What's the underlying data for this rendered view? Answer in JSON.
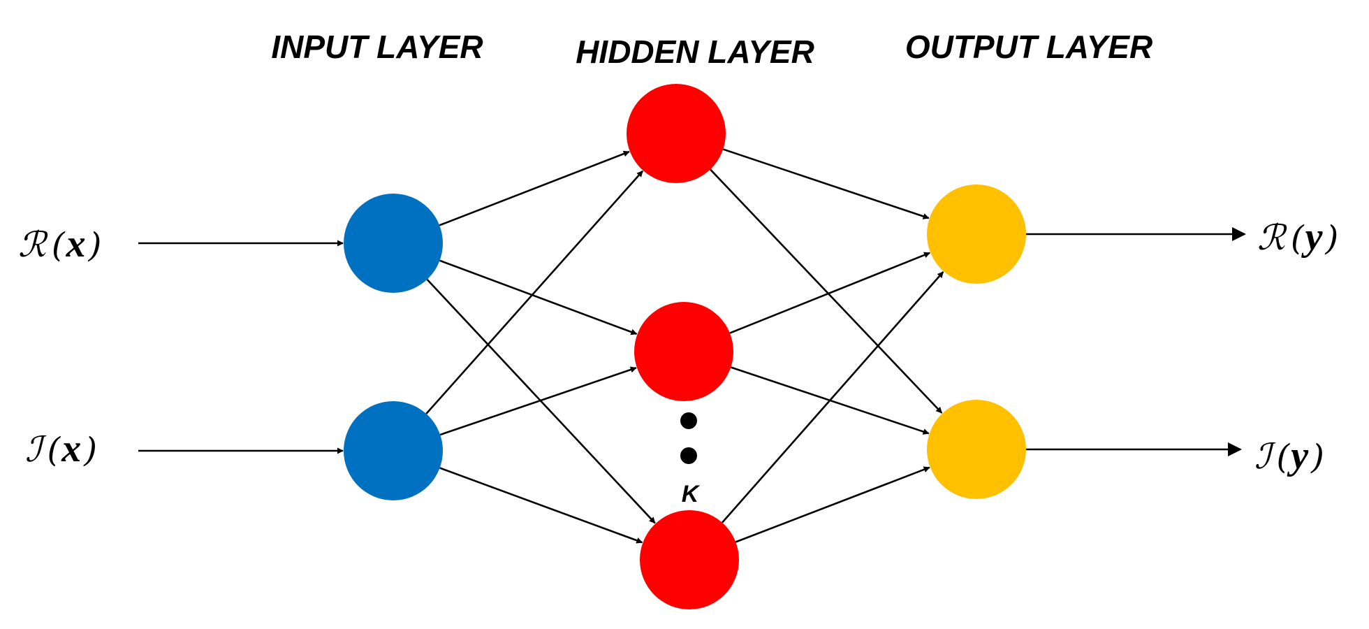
{
  "layers": {
    "input": {
      "title": "INPUT LAYER",
      "color": "#0070C0"
    },
    "hidden": {
      "title": "HIDDEN LAYER",
      "color": "#FF0000",
      "size_label": "K"
    },
    "output": {
      "title": "OUTPUT LAYER",
      "color": "#FFC000"
    }
  },
  "inputs": [
    {
      "op": "ℛ",
      "open": "(",
      "var": "x",
      "close": ")"
    },
    {
      "op": "ℐ",
      "open": "(",
      "var": "x",
      "close": ")"
    }
  ],
  "outputs": [
    {
      "op": "ℛ",
      "open": "(",
      "var": "y",
      "close": ")"
    },
    {
      "op": "ℐ",
      "open": "(",
      "var": "y",
      "close": ")"
    }
  ]
}
